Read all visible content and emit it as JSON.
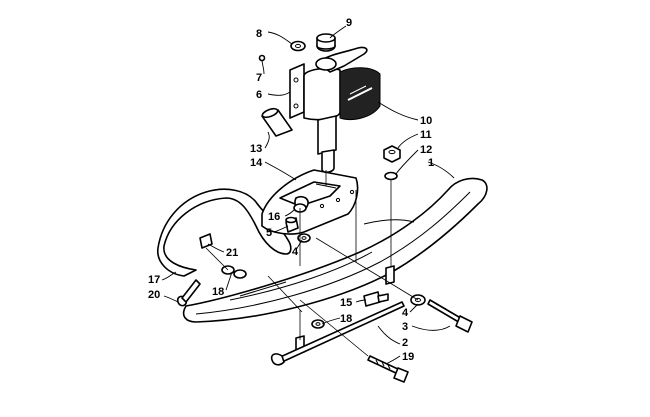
{
  "callouts": {
    "c1": "1",
    "c2": "2",
    "c3": "3",
    "c4a": "4",
    "c4b": "4",
    "c5": "5",
    "c6": "6",
    "c7": "7",
    "c8": "8",
    "c9": "9",
    "c10": "10",
    "c11": "11",
    "c12": "12",
    "c13": "13",
    "c14": "14",
    "c15": "15",
    "c16": "16",
    "c17": "17",
    "c18a": "18",
    "c18b": "18",
    "c19": "19",
    "c20": "20",
    "c21": "21"
  }
}
